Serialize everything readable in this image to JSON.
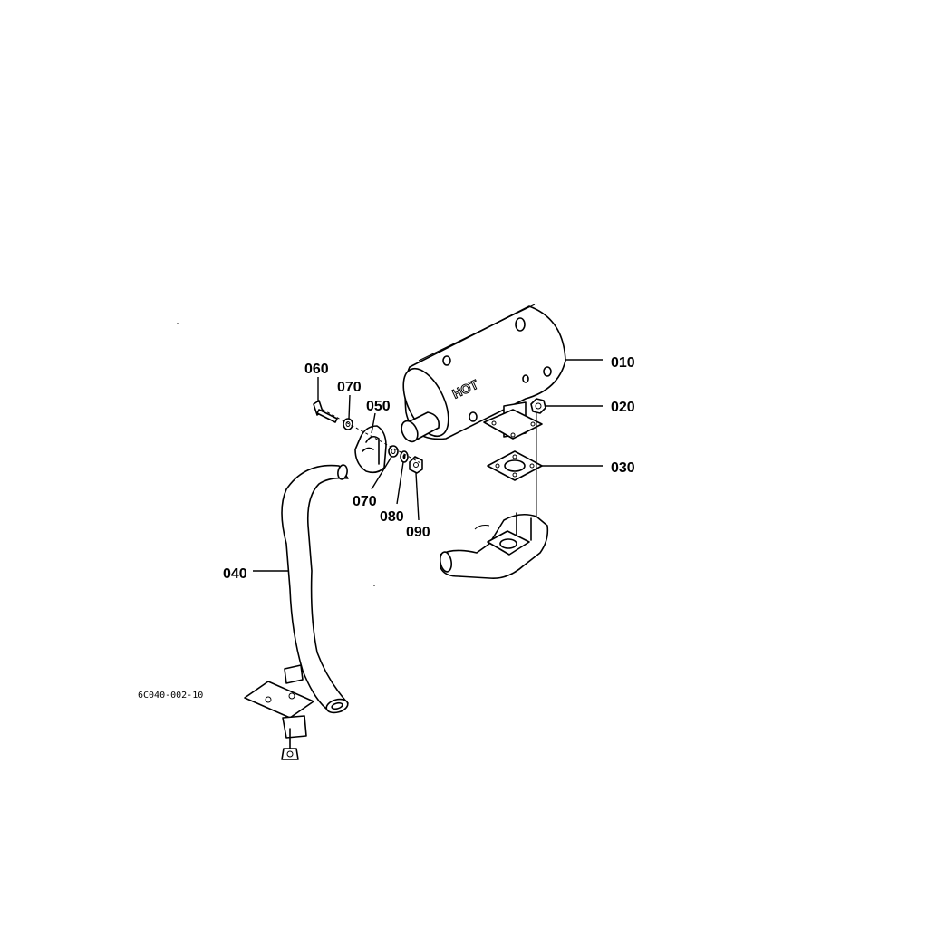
{
  "diagram": {
    "drawing_code": "6C040-002-10",
    "hot_marking": "HOT",
    "callouts": [
      {
        "id": "010",
        "part": "muffler"
      },
      {
        "id": "020",
        "part": "nut"
      },
      {
        "id": "030",
        "part": "gasket"
      },
      {
        "id": "040",
        "part": "exhaust-pipe"
      },
      {
        "id": "050",
        "part": "pipe-clamp"
      },
      {
        "id": "060",
        "part": "bolt"
      },
      {
        "id": "070",
        "part": "washer"
      },
      {
        "id": "080",
        "part": "spring-washer"
      },
      {
        "id": "090",
        "part": "nut"
      }
    ],
    "second_070_label": "070"
  }
}
